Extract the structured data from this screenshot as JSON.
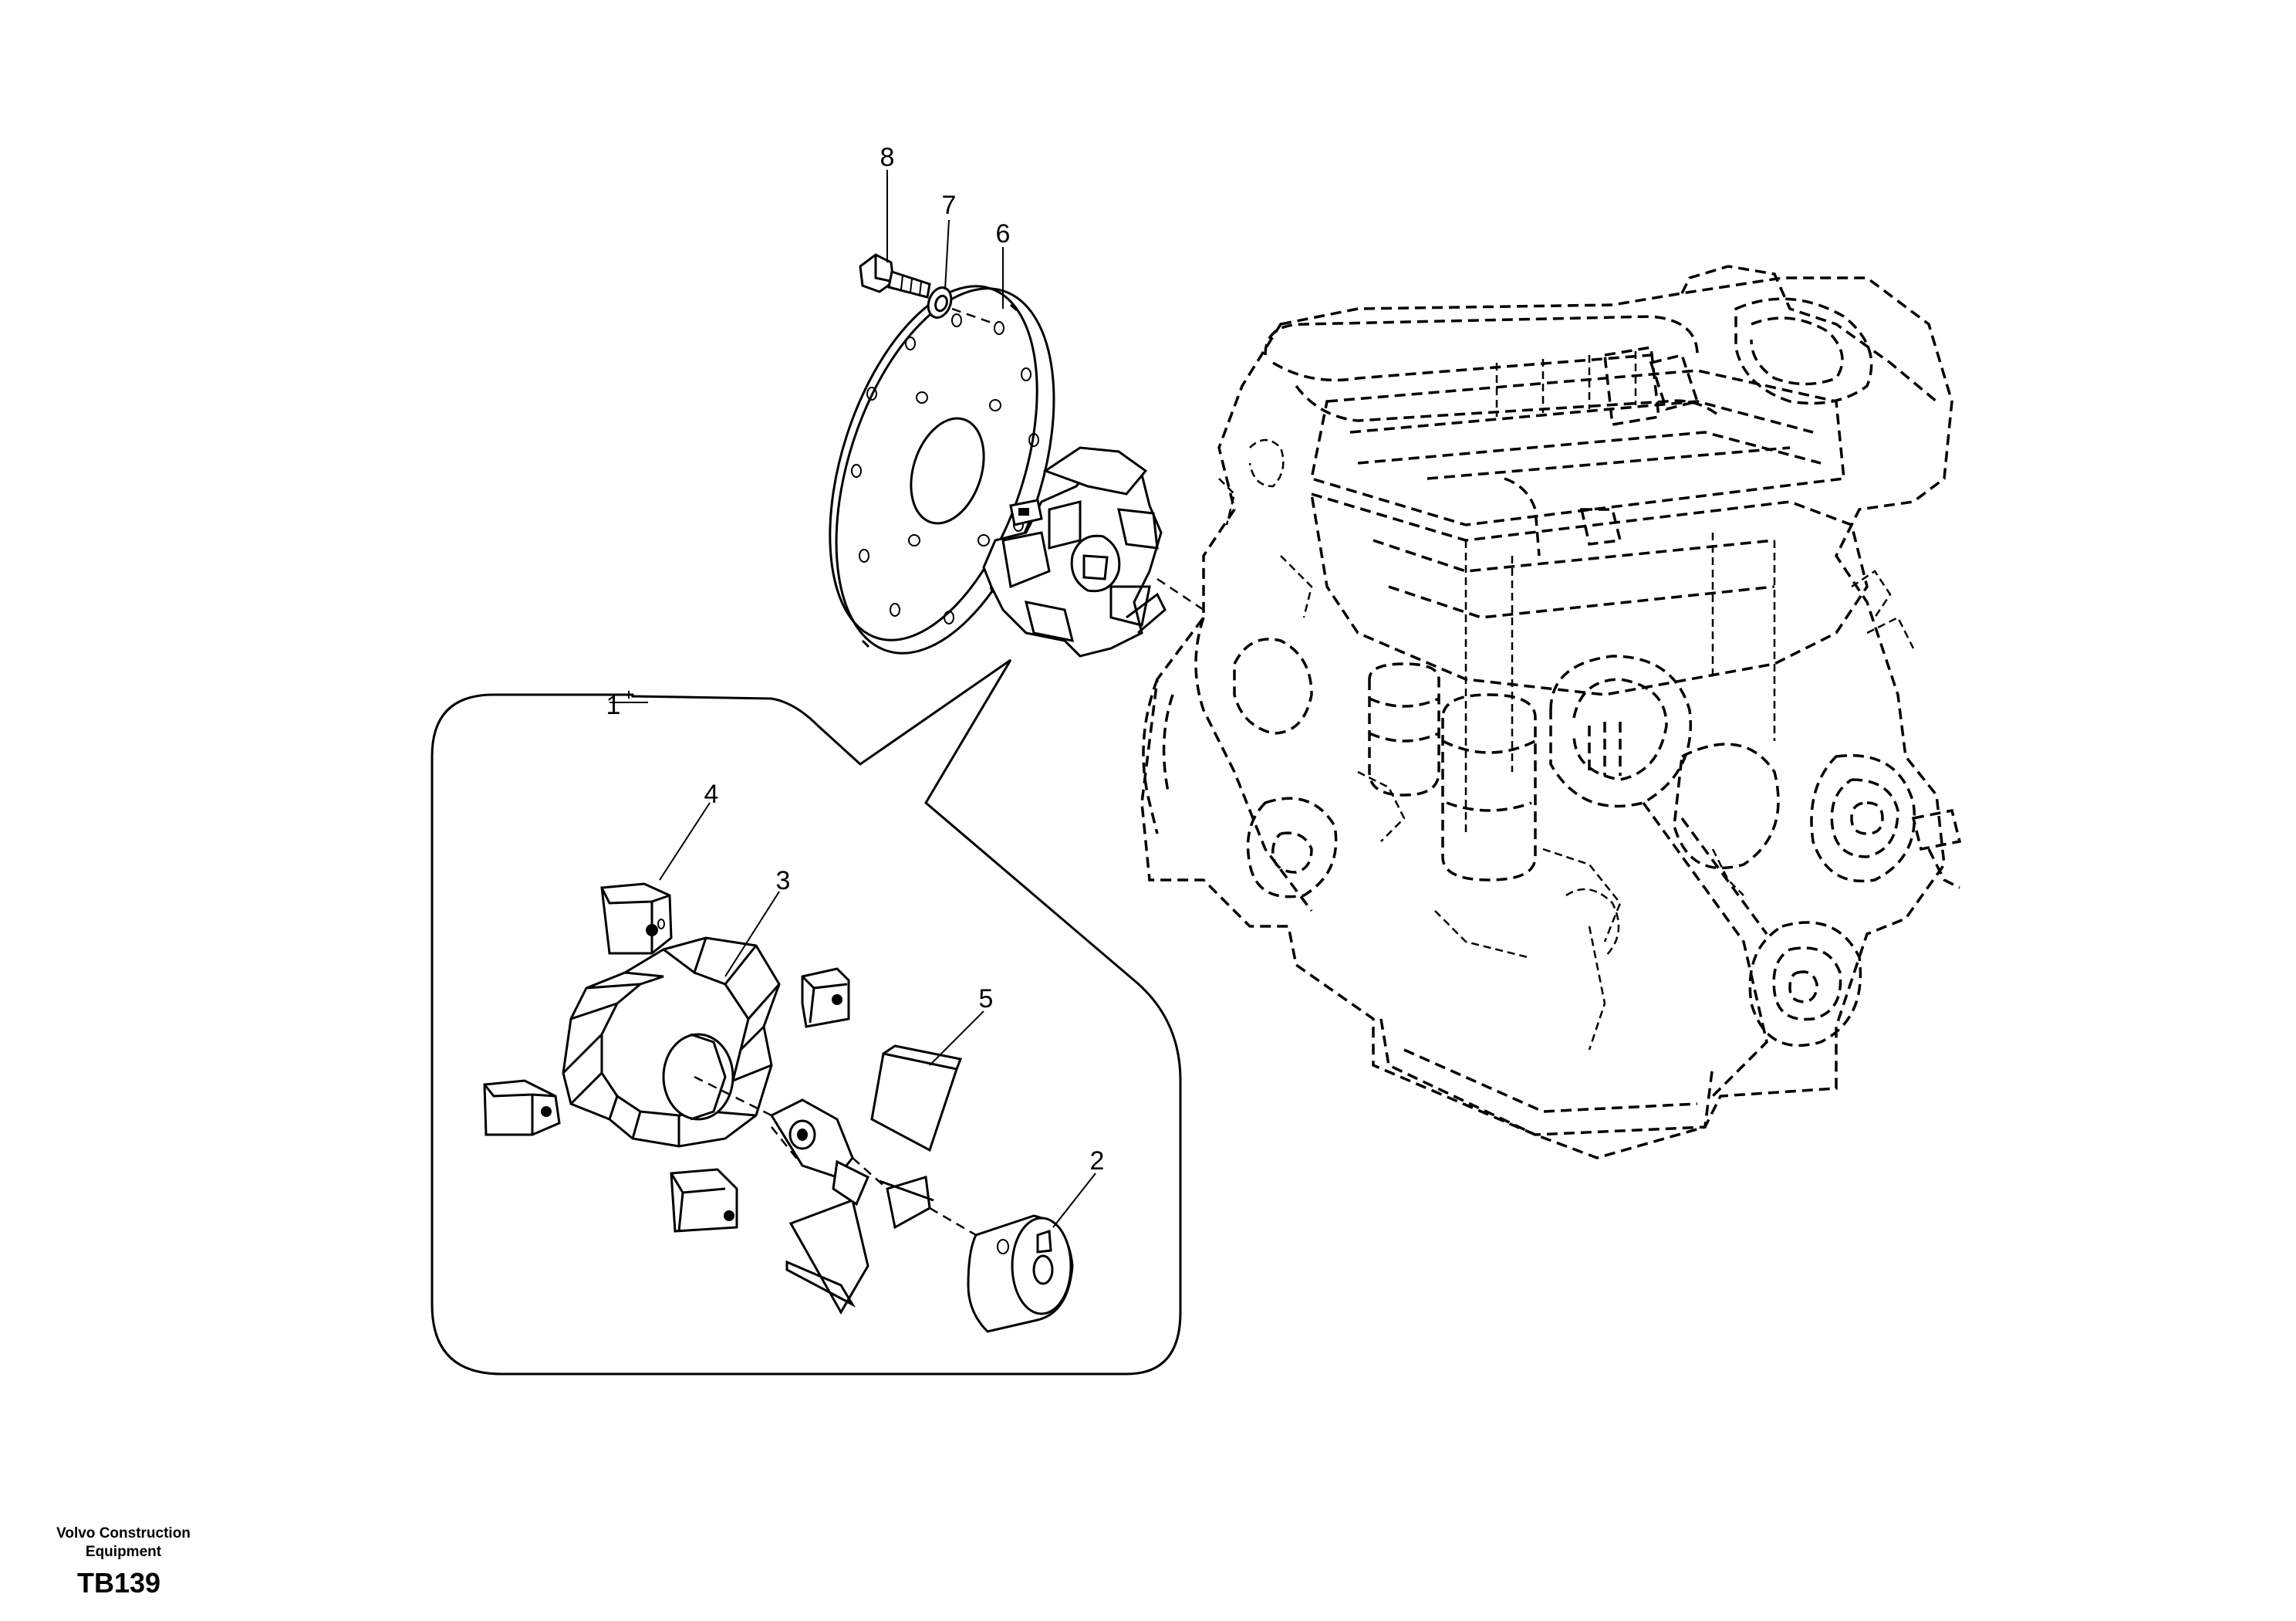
{
  "callouts": {
    "c1": "1",
    "c2": "2",
    "c3": "3",
    "c4": "4",
    "c5": "5",
    "c6": "6",
    "c7": "7",
    "c8": "8"
  },
  "footer": {
    "company_line1": "Volvo Construction",
    "company_line2": "Equipment",
    "code": "TB139"
  }
}
